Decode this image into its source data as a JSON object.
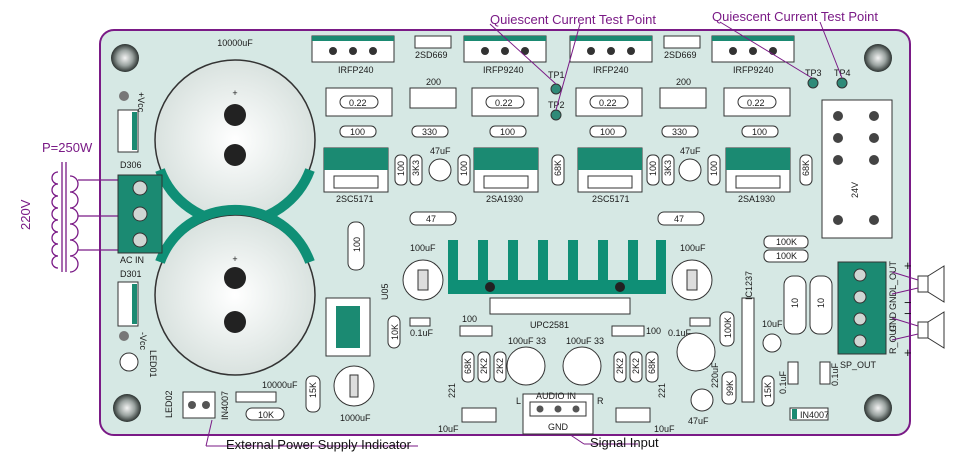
{
  "colors": {
    "board": "#d6e8e4",
    "copper": "#0f8f76",
    "annotation": "#7a1a86",
    "silk": "#1a1a1a"
  },
  "annotations": {
    "quiescent_left": "Quiescent Current Test Point",
    "quiescent_right": "Quiescent Current Test Point",
    "ext_power": "External Power Supply Indicator",
    "signal_input": "Signal Input"
  },
  "transformer": {
    "power": "P=250W",
    "voltage": "220V"
  },
  "labels": {
    "cap_main_top": "10000uF",
    "vcc_plus": "+Vcc",
    "vcc_minus": "-Vcc",
    "d306": "D306",
    "d301": "D301",
    "ac_in": "AC IN",
    "led01": "LED01",
    "led02": "LED02",
    "in4007_left": "IN4007",
    "cap_small_bottom": "10000uF",
    "r10k_bottom": "10K",
    "r15k_left": "15K",
    "cap_1000uf": "1000uF",
    "u05": "U05",
    "r10k_u05": "10K",
    "irfp240_1": "IRFP240",
    "sd669_1": "2SD669",
    "irfp9240_1": "IRFP9240",
    "irfp240_2": "IRFP240",
    "sd669_2": "2SD669",
    "irfp9240_2": "IRFP9240",
    "tp1": "TP1",
    "tp2": "TP2",
    "tp3": "TP3",
    "tp4": "TP4",
    "r022_1": "0.22",
    "r022_2": "0.22",
    "r022_3": "0.22",
    "r022_4": "0.22",
    "r200_1": "200",
    "r200_2": "200",
    "r100_1": "100",
    "r330_1": "330",
    "r100_2": "100",
    "r100_3": "100",
    "r330_2": "330",
    "r100_4": "100",
    "r100_v1": "100",
    "r3k3_1": "3K3",
    "c47uf_1": "47uF",
    "r100_v2": "100",
    "r68k_1": "68K",
    "r100_v3": "100",
    "r3k3_2": "3K3",
    "c47uf_2": "47uF",
    "r100_v4": "100",
    "r68k_2": "68K",
    "sc5171_1": "2SC5171",
    "sa1930_1": "2SA1930",
    "sc5171_2": "2SC5171",
    "sa1930_2": "2SA1930",
    "r47_1": "47",
    "r47_2": "47",
    "r100_big": "100",
    "c100uf_1": "100uF",
    "c100uf_2": "100uF",
    "upc2581": "UPC2581",
    "c01uf_1": "0.1uF",
    "c01uf_2": "0.1uF",
    "r100_low_1": "100",
    "r100_low_2": "100",
    "c100uf_3": "100uF",
    "c100uf_4": "100uF",
    "r33_1": "33",
    "r33_2": "33",
    "r68k_3": "68K",
    "r2k2_1": "2K2",
    "r2k2_2": "2K2",
    "r2k2_3": "2K2",
    "r2k2_4": "2K2",
    "r68k_4": "68K",
    "r221_1": "221",
    "r221_2": "221",
    "c10uf_1": "10uF",
    "c10uf_2": "10uF",
    "audio_in": "AUDIO IN",
    "audio_l": "L",
    "audio_r": "R",
    "gnd": "GND",
    "c47uf_3": "47uF",
    "c220uf": "220uF",
    "r100k_vert": "100K",
    "ic1237": "IC1237",
    "r99k": "99K",
    "r100k_1": "100K",
    "r100k_2": "100K",
    "r10_1": "10",
    "r10_2": "10",
    "c10uf_3": "10uF",
    "r15k_right": "15K",
    "c01uf_3": "0.1uF",
    "c01uf_4": "0.1uF",
    "in4007_right": "IN4007",
    "relay_24v": "24V",
    "sp_out": "SP_OUT",
    "l_out": "L_OUT",
    "l_gnd": "GND",
    "r_gnd": "GND",
    "r_out": "R_OUT",
    "plus_1": "+",
    "minus_1": "−",
    "minus_2": "−",
    "plus_2": "+"
  }
}
